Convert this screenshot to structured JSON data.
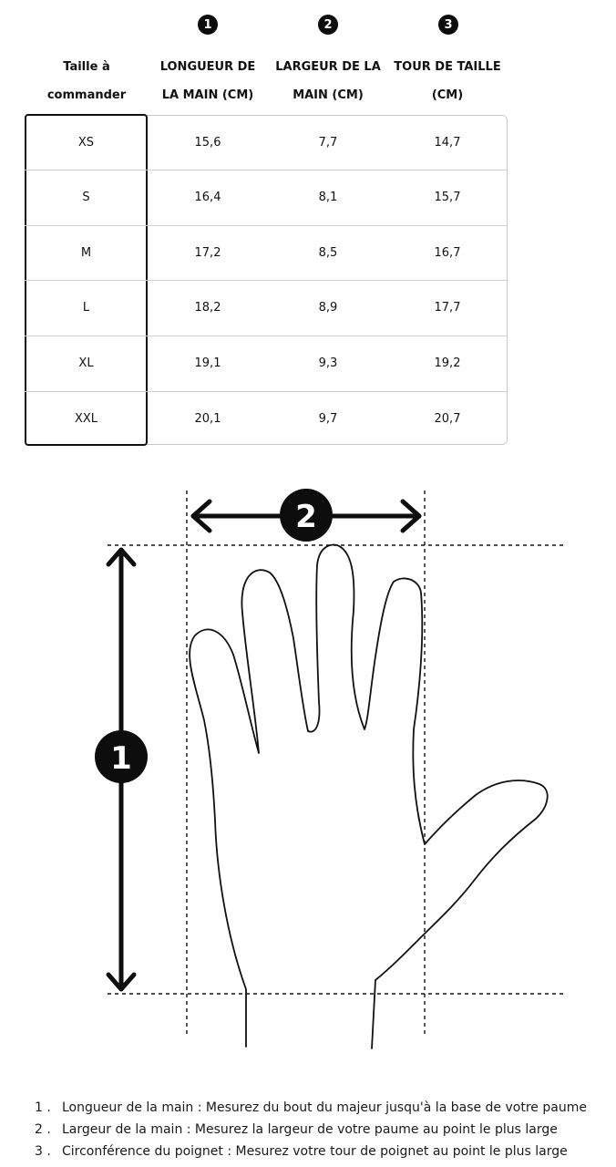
{
  "header": {
    "badges": [
      "1",
      "2",
      "3"
    ],
    "size_label": [
      "Taille à",
      "commander"
    ],
    "col1": [
      "LONGUEUR DE",
      "LA MAIN (CM)"
    ],
    "col2": [
      "LARGEUR DE LA",
      "MAIN (CM)"
    ],
    "col3": [
      "TOUR DE TAILLE",
      "(CM)"
    ]
  },
  "rows": [
    {
      "size": "XS",
      "length": "15,6",
      "width": "7,7",
      "waist": "14,7"
    },
    {
      "size": "S",
      "length": "16,4",
      "width": "8,1",
      "waist": "15,7"
    },
    {
      "size": "M",
      "length": "17,2",
      "width": "8,5",
      "waist": "16,7"
    },
    {
      "size": "L",
      "length": "18,2",
      "width": "8,9",
      "waist": "17,7"
    },
    {
      "size": "XL",
      "length": "19,1",
      "width": "9,3",
      "waist": "19,2"
    },
    {
      "size": "XXL",
      "length": "20,1",
      "width": "9,7",
      "waist": "20,7"
    }
  ],
  "diagram": {
    "badge_length": "1",
    "badge_width": "2"
  },
  "notes": [
    {
      "num": "1 .",
      "text": "Longueur de la main : Mesurez du bout du majeur jusqu'à la base de votre paume"
    },
    {
      "num": "2 .",
      "text": "Largeur de la main : Mesurez la largeur de votre paume au point le plus large"
    },
    {
      "num": "3 .",
      "text": "Circonférence du poignet : Mesurez votre tour de poignet au point le plus large"
    }
  ]
}
